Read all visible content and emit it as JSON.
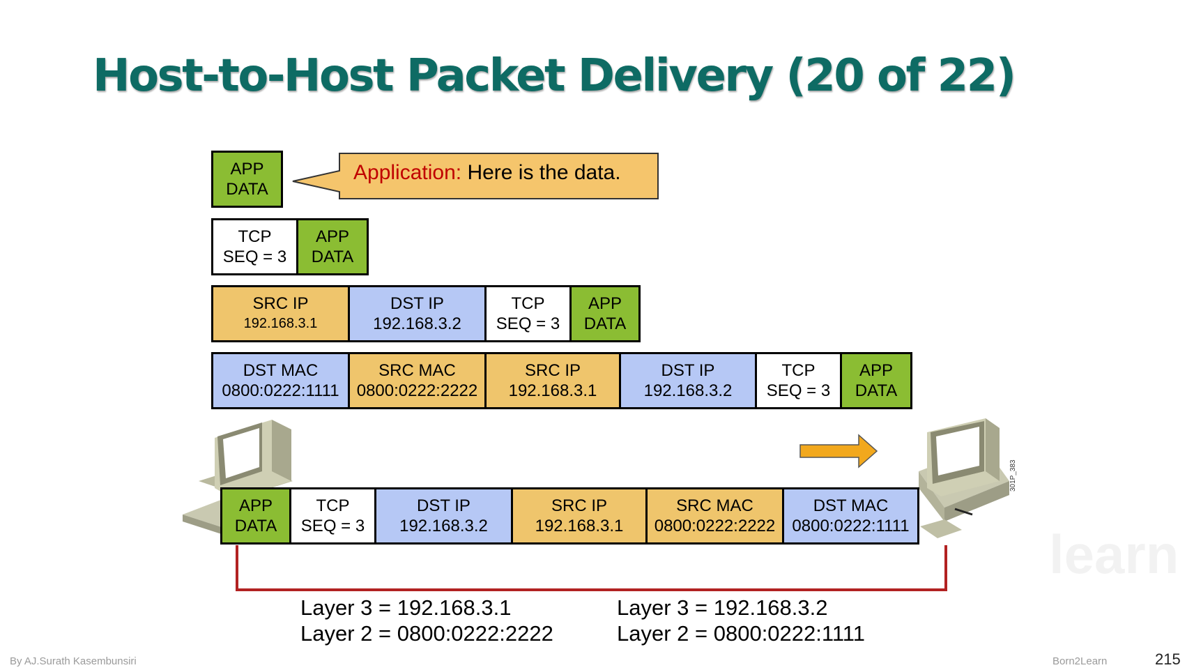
{
  "slide": {
    "title": "Host-to-Host Packet Delivery (20 of 22)",
    "page_number": "215",
    "author": "By AJ.Surath Kasembunsiri",
    "brand": "Born2Learn",
    "watermark": "learn",
    "figure_id": "301P_383"
  },
  "callout": {
    "key": "Application:",
    "text": " Here is the data."
  },
  "rows": {
    "app": {
      "app_data": [
        "APP",
        "DATA"
      ]
    },
    "tcp": {
      "tcp": [
        "TCP",
        "SEQ = 3"
      ],
      "app_data": [
        "APP",
        "DATA"
      ]
    },
    "ip": {
      "src_ip": [
        "SRC IP",
        "192.168.3.1"
      ],
      "dst_ip": [
        "DST IP",
        "192.168.3.2"
      ],
      "tcp": [
        "TCP",
        "SEQ = 3"
      ],
      "app_data": [
        "APP",
        "DATA"
      ]
    },
    "frame": {
      "dst_mac": [
        "DST MAC",
        "0800:0222:1111"
      ],
      "src_mac": [
        "SRC MAC",
        "0800:0222:2222"
      ],
      "src_ip": [
        "SRC IP",
        "192.168.3.1"
      ],
      "dst_ip": [
        "DST IP",
        "192.168.3.2"
      ],
      "tcp": [
        "TCP",
        "SEQ = 3"
      ],
      "app_data": [
        "APP",
        "DATA"
      ]
    },
    "wire": {
      "app_data": [
        "APP",
        "DATA"
      ],
      "tcp": [
        "TCP",
        "SEQ = 3"
      ],
      "dst_ip": [
        "DST IP",
        "192.168.3.2"
      ],
      "src_ip": [
        "SRC IP",
        "192.168.3.1"
      ],
      "src_mac": [
        "SRC MAC",
        "0800:0222:2222"
      ],
      "dst_mac": [
        "DST MAC",
        "0800:0222:1111"
      ]
    }
  },
  "hosts": {
    "sender": {
      "layer3": "Layer 3 = 192.168.3.1",
      "layer2": "Layer 2 = 0800:0222:2222"
    },
    "receiver": {
      "layer3": "Layer 3 = 192.168.3.2",
      "layer2": "Layer 2 = 0800:0222:1111"
    }
  },
  "colors": {
    "app_data": "#8bbd33",
    "ip_src": "#efc56c",
    "ip_dst": "#b6c8f5",
    "title": "#0e6b64",
    "link": "#b22222",
    "arrow": "#f2a81d"
  },
  "icons": [
    "sender-computer-icon",
    "receiver-computer-icon",
    "direction-arrow-icon"
  ]
}
